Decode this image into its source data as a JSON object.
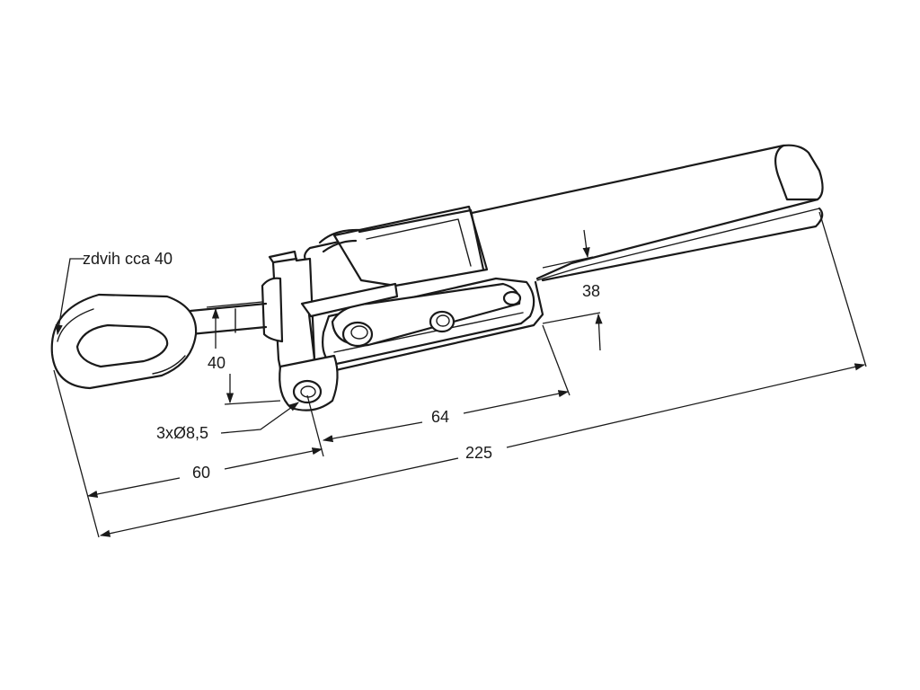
{
  "labels": {
    "stroke_note": "zdvih cca 40",
    "dim_vertical_left": "40",
    "dim_vertical_right": "38",
    "hole_note": "3xØ8,5",
    "dim_hole_to_end": "64",
    "dim_overall": "225",
    "dim_hook": "60"
  },
  "colors": {
    "line": "#1a1a1a",
    "background": "#ffffff"
  }
}
